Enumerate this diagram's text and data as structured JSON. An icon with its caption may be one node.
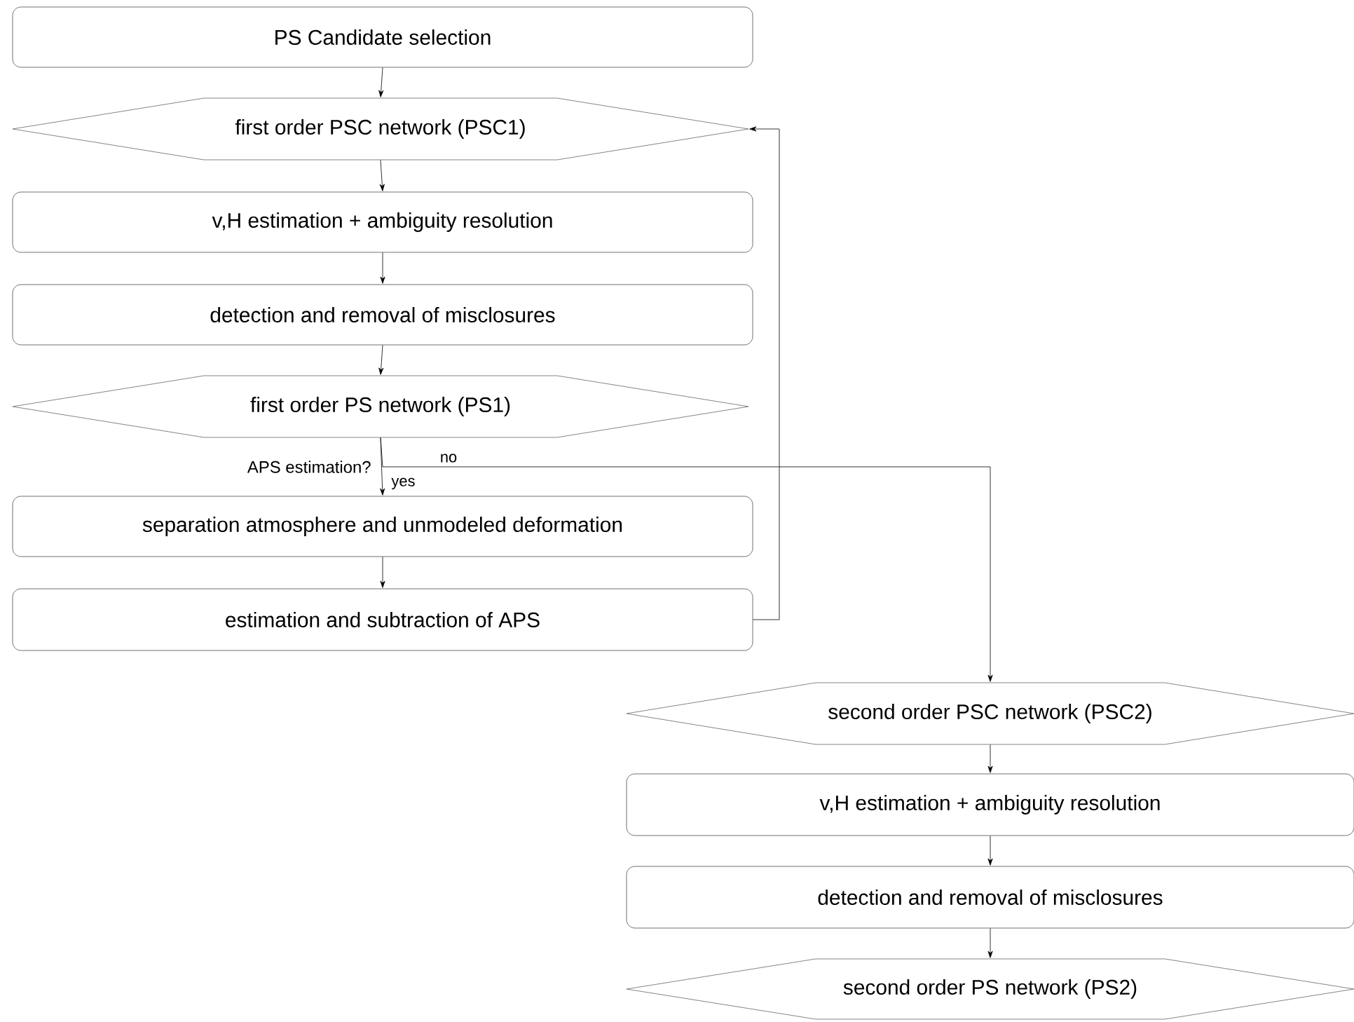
{
  "diagram": {
    "nodes": [
      {
        "text": [
          "PS Candidate selection"
        ]
      },
      {
        "text": [
          "first order PSC network (PSC1)"
        ]
      },
      {
        "text": [
          "v,H estimation + ambiguity resolution"
        ]
      },
      {
        "text": [
          "detection and removal of misclosures"
        ]
      },
      {
        "text": [
          "first order PS network (PS1)"
        ]
      },
      {
        "text": [
          "separation atmosphere and unmodeled deformation"
        ]
      },
      {
        "text": [
          "estimation and subtraction of APS"
        ]
      },
      {
        "text": [
          "second order PSC network (PSC2)"
        ]
      },
      {
        "text": [
          "v,H estimation + ambiguity resolution"
        ]
      },
      {
        "text": [
          "detection and removal of misclosures"
        ]
      },
      {
        "text": [
          "second order PS network (PS2)"
        ]
      }
    ],
    "edges": [
      {
        "from": 0,
        "to": 1,
        "arrow": "to"
      },
      {
        "from": 1,
        "to": 2,
        "arrow": "to"
      },
      {
        "from": 2,
        "to": 3,
        "arrow": "to"
      },
      {
        "from": 3,
        "to": 4,
        "arrow": "to"
      },
      {
        "from": 4,
        "to": 5,
        "arrow": "to",
        "label": "yes"
      },
      {
        "from": 4,
        "to": 7,
        "arrow": "to",
        "label": "no"
      },
      {
        "from": 5,
        "to": 6,
        "arrow": "to"
      },
      {
        "from": 6,
        "to": 1,
        "arrow": "to"
      },
      {
        "from": 7,
        "to": 8,
        "arrow": "to"
      },
      {
        "from": 8,
        "to": 9,
        "arrow": "to"
      },
      {
        "from": 9,
        "to": 10,
        "arrow": "to"
      }
    ],
    "labels": [
      "APS estimation?"
    ]
  }
}
